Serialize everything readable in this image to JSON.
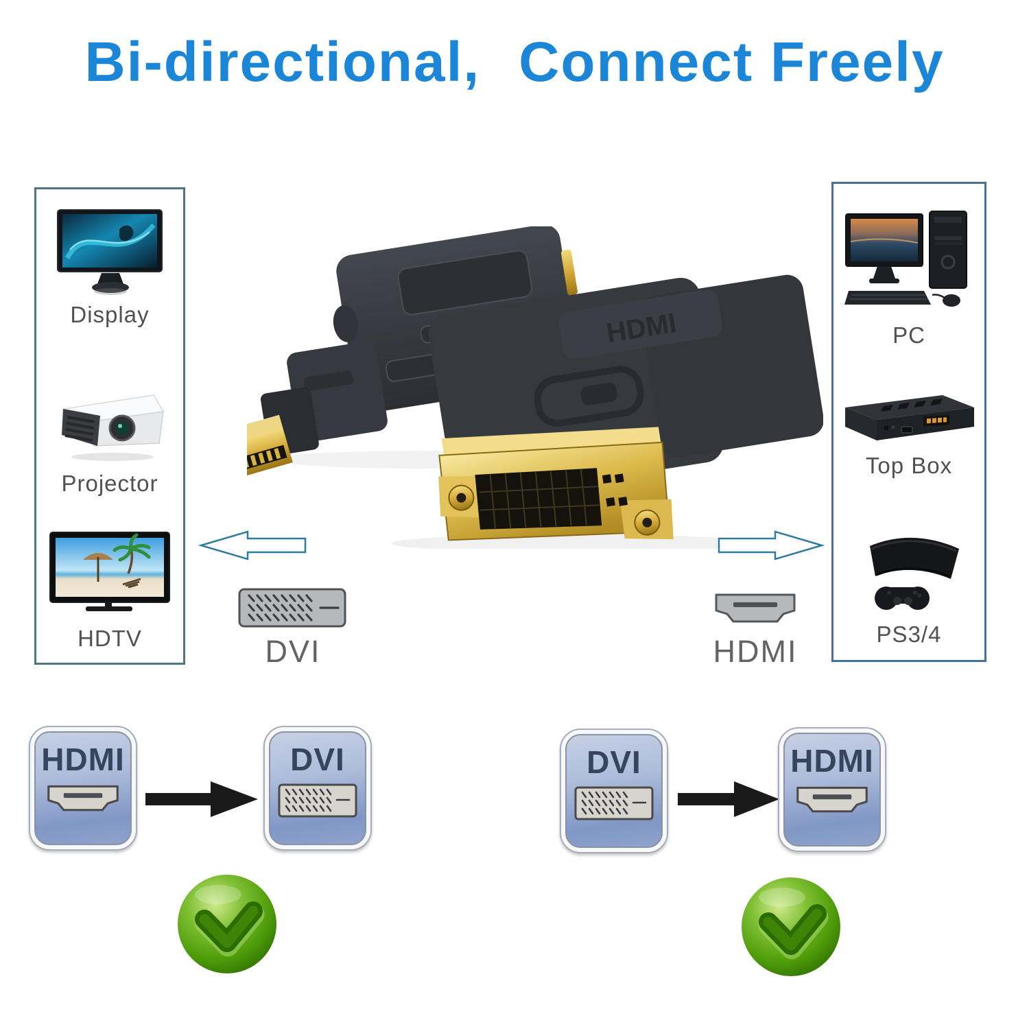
{
  "title": {
    "part1": "Bi-directional,",
    "part2": "Connect Freely"
  },
  "colors": {
    "title_blue": "#1b86d8",
    "outline_arrow_blue": "#2e7b9e",
    "panel_border_left": "#4d7584",
    "panel_border_right": "#45719b",
    "badge_text": "#36455c",
    "check_green": "#3c8a00",
    "connector_gold": "#d4a937",
    "label_gray": "#515151"
  },
  "left_panel": {
    "items": [
      "Display",
      "Projector",
      "HDTV"
    ]
  },
  "right_panel": {
    "items": [
      "PC",
      "Top Box",
      "PS3/4"
    ]
  },
  "adapter_photo": {
    "embossed_label": "HDMI"
  },
  "direction_icons": {
    "dvi_label": "DVI",
    "hdmi_label": "HDMI"
  },
  "bottom_groups": [
    {
      "from": "HDMI",
      "to": "DVI",
      "result": "check"
    },
    {
      "from": "DVI",
      "to": "HDMI",
      "result": "check"
    }
  ]
}
